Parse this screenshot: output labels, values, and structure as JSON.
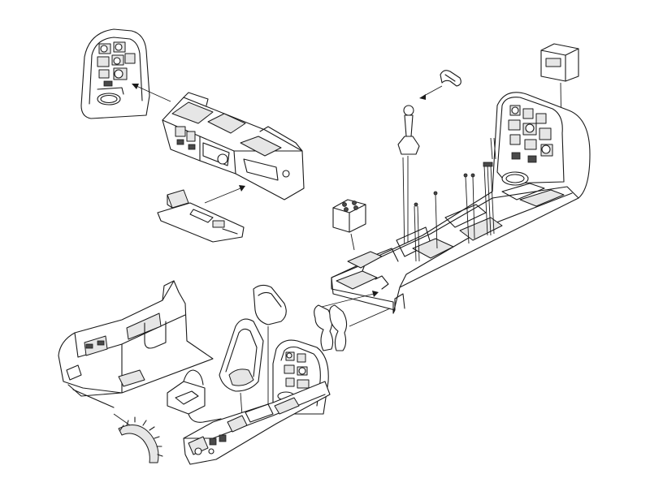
{
  "diagram": {
    "background": "#ffffff",
    "line_color": "#1a1a1a",
    "shade_color": "#e6e6e6",
    "dark_color": "#4a4a4a",
    "parts": [
      "instrument-panel-upper-left",
      "cockpit-tub-upper",
      "seat-base-plate-upper",
      "control-stick",
      "rudder-pedals",
      "radio-box-top-right",
      "cockpit-tub-right",
      "small-box-left",
      "side-wall-left",
      "seat-armor-rear",
      "seat-bucket",
      "seat-frame",
      "instrument-panel-lower",
      "cockpit-floor-lower",
      "gear-segment"
    ]
  }
}
